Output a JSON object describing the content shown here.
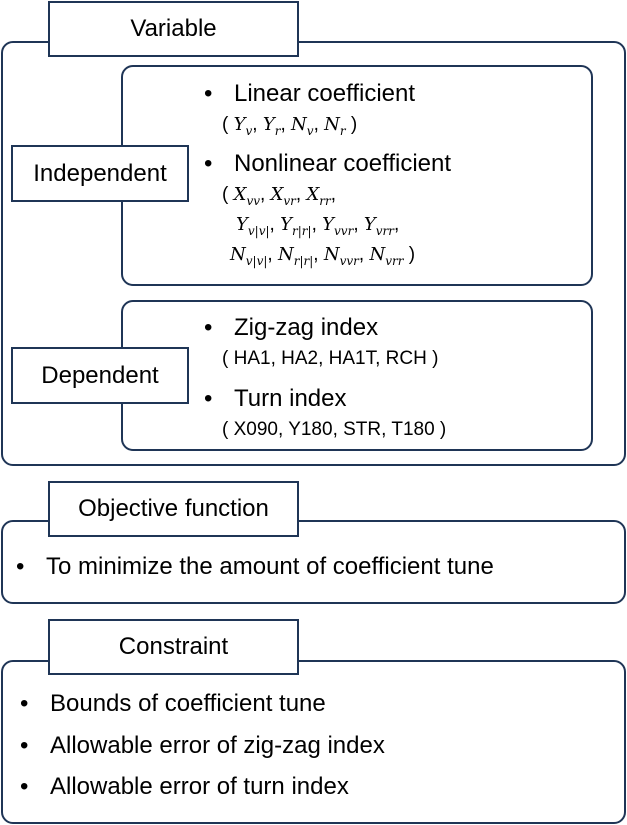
{
  "variable": {
    "title": "Variable",
    "independent": {
      "label": "Independent",
      "linear_title": "Linear coefficient",
      "linear_terms": [
        {
          "sym": "Y",
          "sub": "v"
        },
        {
          "sym": "Y",
          "sub": "r"
        },
        {
          "sym": "N",
          "sub": "v"
        },
        {
          "sym": "N",
          "sub": "r"
        }
      ],
      "nonlinear_title": "Nonlinear coefficient",
      "nonlinear_rows": [
        [
          {
            "sym": "X",
            "sub": "vv"
          },
          {
            "sym": "X",
            "sub": "vr"
          },
          {
            "sym": "X",
            "sub": "rr"
          }
        ],
        [
          {
            "sym": "Y",
            "sub": "v|v|"
          },
          {
            "sym": "Y",
            "sub": "r|r|"
          },
          {
            "sym": "Y",
            "sub": "vvr"
          },
          {
            "sym": "Y",
            "sub": "vrr"
          }
        ],
        [
          {
            "sym": "N",
            "sub": "v|v|"
          },
          {
            "sym": "N",
            "sub": "r|r|"
          },
          {
            "sym": "N",
            "sub": "vvr"
          },
          {
            "sym": "N",
            "sub": "vrr"
          }
        ]
      ]
    },
    "dependent": {
      "label": "Dependent",
      "zigzag_title": "Zig-zag index",
      "zigzag_values": "( HA1, HA2, HA1T, RCH )",
      "turn_title": "Turn index",
      "turn_values": "( X090, Y180, STR, T180 )"
    }
  },
  "objective": {
    "title": "Objective function",
    "item": "To minimize the amount of coefficient tune"
  },
  "constraint": {
    "title": "Constraint",
    "items": [
      "Bounds of coefficient tune",
      "Allowable error of zig-zag index",
      "Allowable error of turn index"
    ]
  },
  "colors": {
    "border": "#1f3556"
  }
}
